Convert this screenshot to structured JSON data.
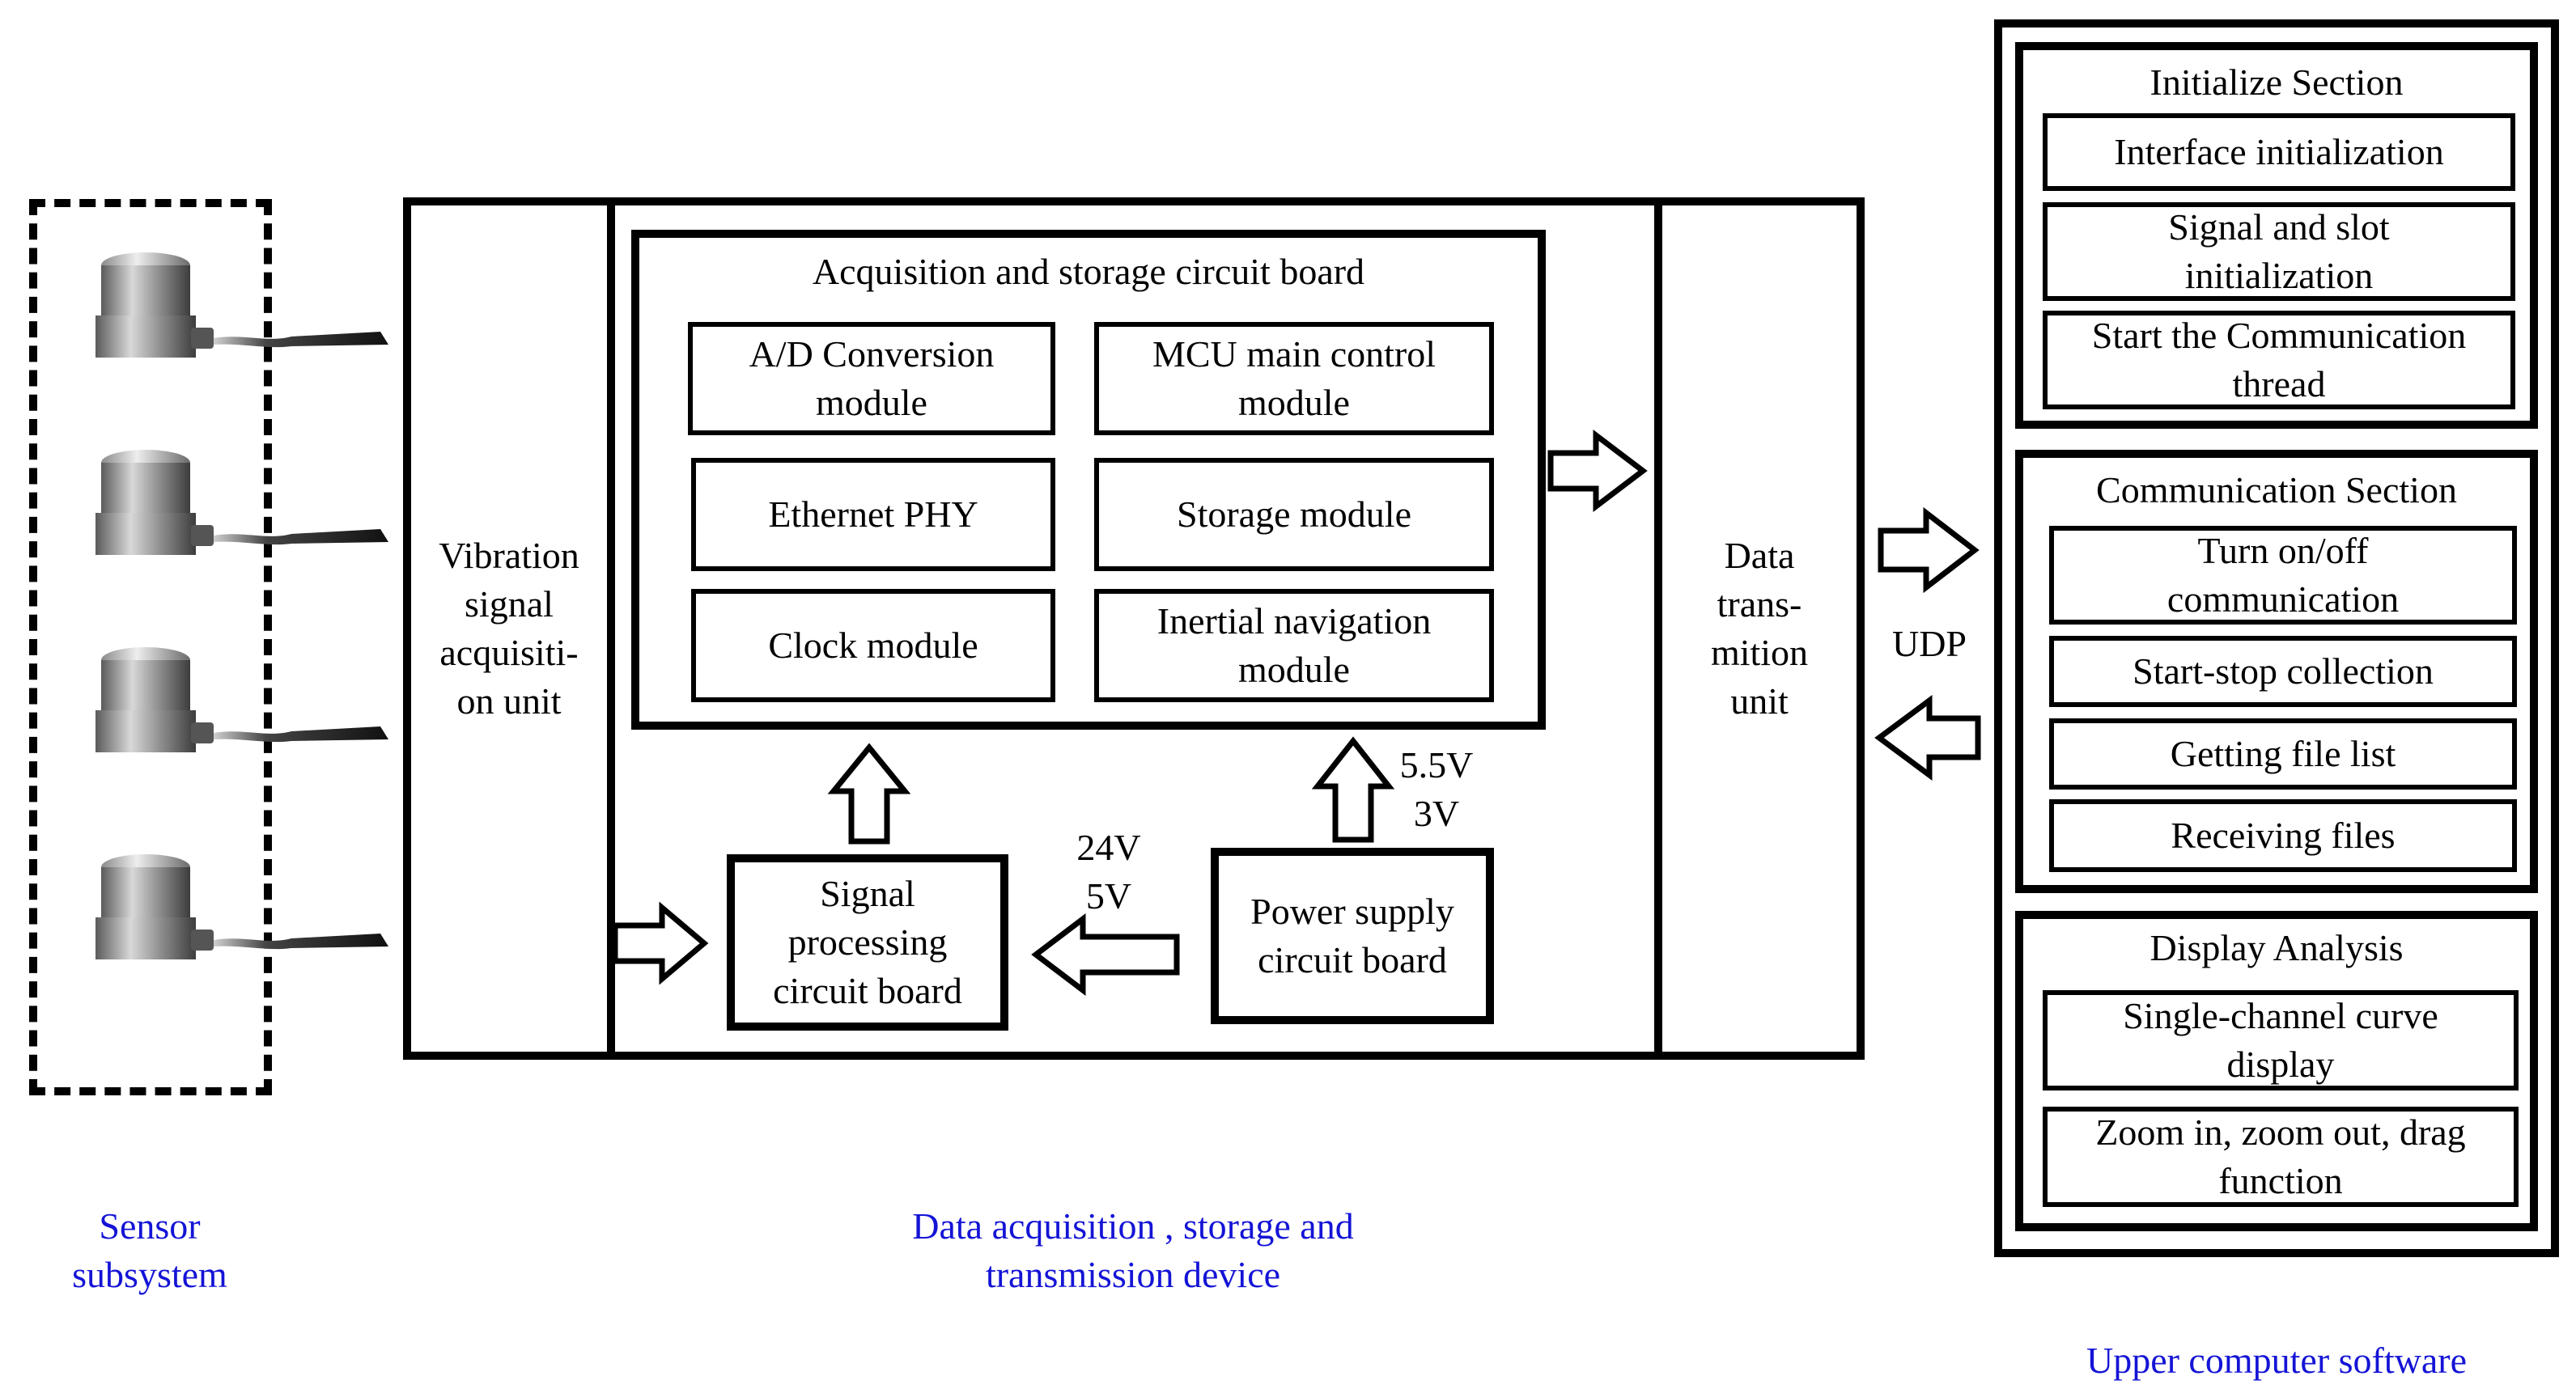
{
  "sensor": {
    "count_label": "Sensor\nsubsystem"
  },
  "device": {
    "vibration_unit": "Vibration\nsignal\nacquisiti-\non unit",
    "board_title": "Acquisition and storage circuit board",
    "modules": {
      "ad": "A/D Conversion\nmodule",
      "mcu": "MCU main control\nmodule",
      "ethernet": "Ethernet PHY",
      "storage": "Storage module",
      "clock": "Clock module",
      "inertial": "Inertial navigation\nmodule"
    },
    "signal_board": "Signal\nprocessing\ncircuit board",
    "power_board": "Power supply\ncircuit board",
    "voltage_signal": "24V\n5V",
    "voltage_board": "5.5V\n3V",
    "transmission_unit": "Data\ntrans-\nmition\nunit",
    "caption": "Data acquisition , storage and\ntransmission device"
  },
  "link": {
    "protocol": "UDP"
  },
  "software": {
    "caption": "Upper computer software",
    "sections": [
      {
        "title": "Initialize Section",
        "items": [
          "Interface initialization",
          "Signal and slot\ninitialization",
          "Start the Communication\nthread"
        ]
      },
      {
        "title": "Communication Section",
        "items": [
          "Turn on/off\ncommunication",
          "Start-stop collection",
          "Getting file list",
          "Receiving files"
        ]
      },
      {
        "title": "Display Analysis",
        "items": [
          "Single-channel curve\ndisplay",
          "Zoom in, zoom out, drag\nfunction"
        ]
      }
    ]
  },
  "colors": {
    "caption": "#1414d6",
    "line": "#000000"
  }
}
